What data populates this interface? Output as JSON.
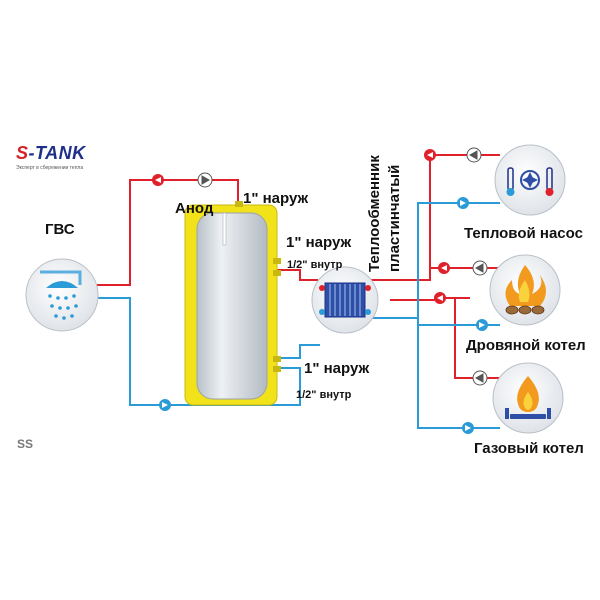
{
  "logo": {
    "brand": "S-TANK",
    "tagline": "Эксперт в сбережении тепла"
  },
  "labels": {
    "dhw": "ГВС",
    "anode": "Анод",
    "conn_top": "1\" наруж",
    "conn_mid": "1\" наруж",
    "conn_mid_inner": "1/2\" внутр",
    "conn_low": "1\" наруж",
    "conn_low_inner": "1/2\" внутр",
    "heat_exchanger_line1": "Теплообменник",
    "heat_exchanger_line2": "пластинчатый",
    "heat_pump": "Тепловой насос",
    "wood_boiler": "Дровяной котел",
    "gas_boiler": "Газовый котел"
  },
  "footer": "SS",
  "colors": {
    "hot": "#e0202a",
    "cold": "#2a9bd6",
    "tank_shell": "#f2e21a",
    "tank_body": "#d8dde3",
    "logo_blue": "#1e2f8a"
  },
  "icons": [
    "shower-icon",
    "plate-heat-exchanger-icon",
    "heat-pump-icon",
    "wood-fire-icon",
    "gas-flame-icon",
    "circulation-pump-icon",
    "flow-arrow-icon"
  ]
}
